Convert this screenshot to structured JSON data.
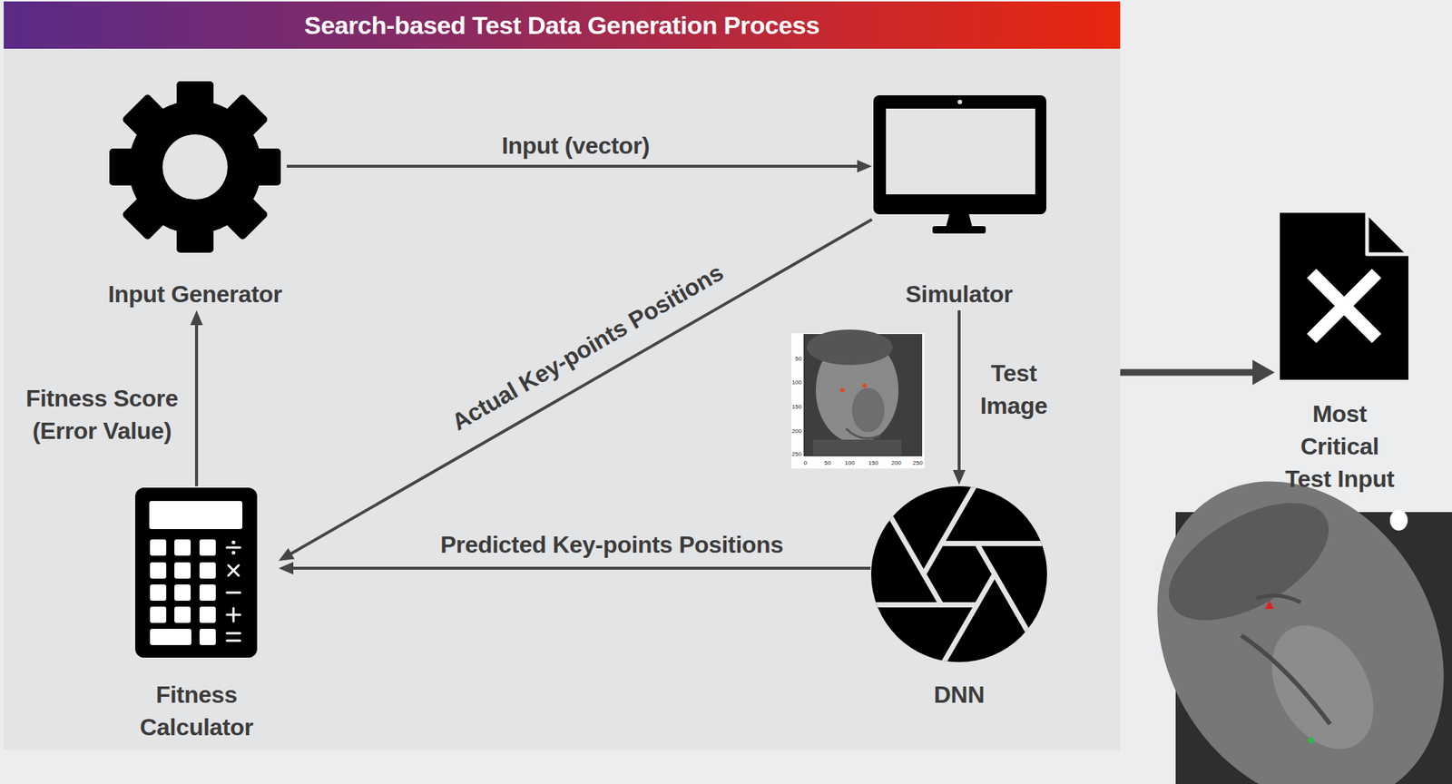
{
  "diagram": {
    "nodes": [
      {
        "text": [
          "Search-based Test Data Generation Process"
        ]
      },
      {
        "text": [
          "Input Generator"
        ],
        "in": 0
      },
      {
        "text": [
          "Simulator"
        ],
        "in": 0
      },
      {
        "text": [
          "Fitness Calculator"
        ],
        "in": 0
      },
      {
        "text": [
          "DNN"
        ],
        "in": 0
      },
      {
        "text": [
          "Most Critical Test Input"
        ]
      }
    ],
    "edges": [
      {
        "from": 1,
        "to": 2,
        "arrow": "to",
        "label": "Input (vector)"
      },
      {
        "from": 2,
        "to": 4,
        "arrow": "to",
        "label": "Test Image"
      },
      {
        "from": 2,
        "to": 3,
        "arrow": "to",
        "label": "Actual Key-points Positions"
      },
      {
        "from": 4,
        "to": 3,
        "arrow": "to",
        "label": "Predicted Key-points Positions"
      },
      {
        "from": 3,
        "to": 1,
        "arrow": "to",
        "label": "Fitness Score (Error Value)"
      },
      {
        "from": 0,
        "to": 5,
        "arrow": "to"
      }
    ],
    "labels": [
      "50",
      "100",
      "150",
      "200",
      "250",
      "0",
      "50",
      "100",
      "150",
      "200",
      "250"
    ]
  }
}
